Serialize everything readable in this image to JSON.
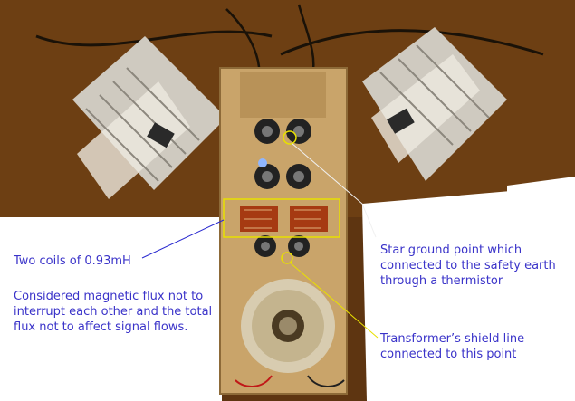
{
  "annotations": {
    "coils": "Two coils of 0.93mH",
    "flux": "Considered magnetic flux not to interrupt each other and the total flux not to affect signal flows.",
    "star": "Star ground point which connected to the safety earth through a thermistor",
    "shield": "Transformer’s shield line connected to this point"
  },
  "colors": {
    "annotation_text": "#3a33c9",
    "annotation_lines": "#2a2ad0",
    "highlight": "#e8e000"
  }
}
